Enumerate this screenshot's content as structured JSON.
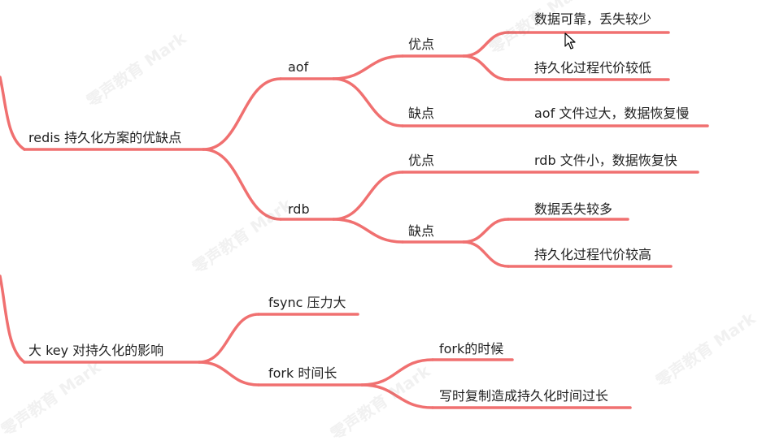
{
  "mindmap": {
    "line_color": "#f07070",
    "branches": {
      "redis": "redis 持久化方案的优缺点",
      "aof": "aof",
      "aof_pros": "优点",
      "aof_pro_1": "数据可靠，丢失较少",
      "aof_pro_2": "持久化过程代价较低",
      "aof_cons": "缺点",
      "aof_con_1": "aof 文件过大，数据恢复慢",
      "rdb": "rdb",
      "rdb_pros": "优点",
      "rdb_pro_1": "rdb 文件小，数据恢复快",
      "rdb_cons": "缺点",
      "rdb_con_1": "数据丢失较多",
      "rdb_con_2": "持久化过程代价较高",
      "bigkey": "大 key 对持久化的影响",
      "fsync": "fsync 压力大",
      "fork": "fork 时间长",
      "fork_1": "fork的时候",
      "fork_2": "写时复制造成持久化时间过长"
    },
    "watermark": "零声教育 Mark"
  }
}
